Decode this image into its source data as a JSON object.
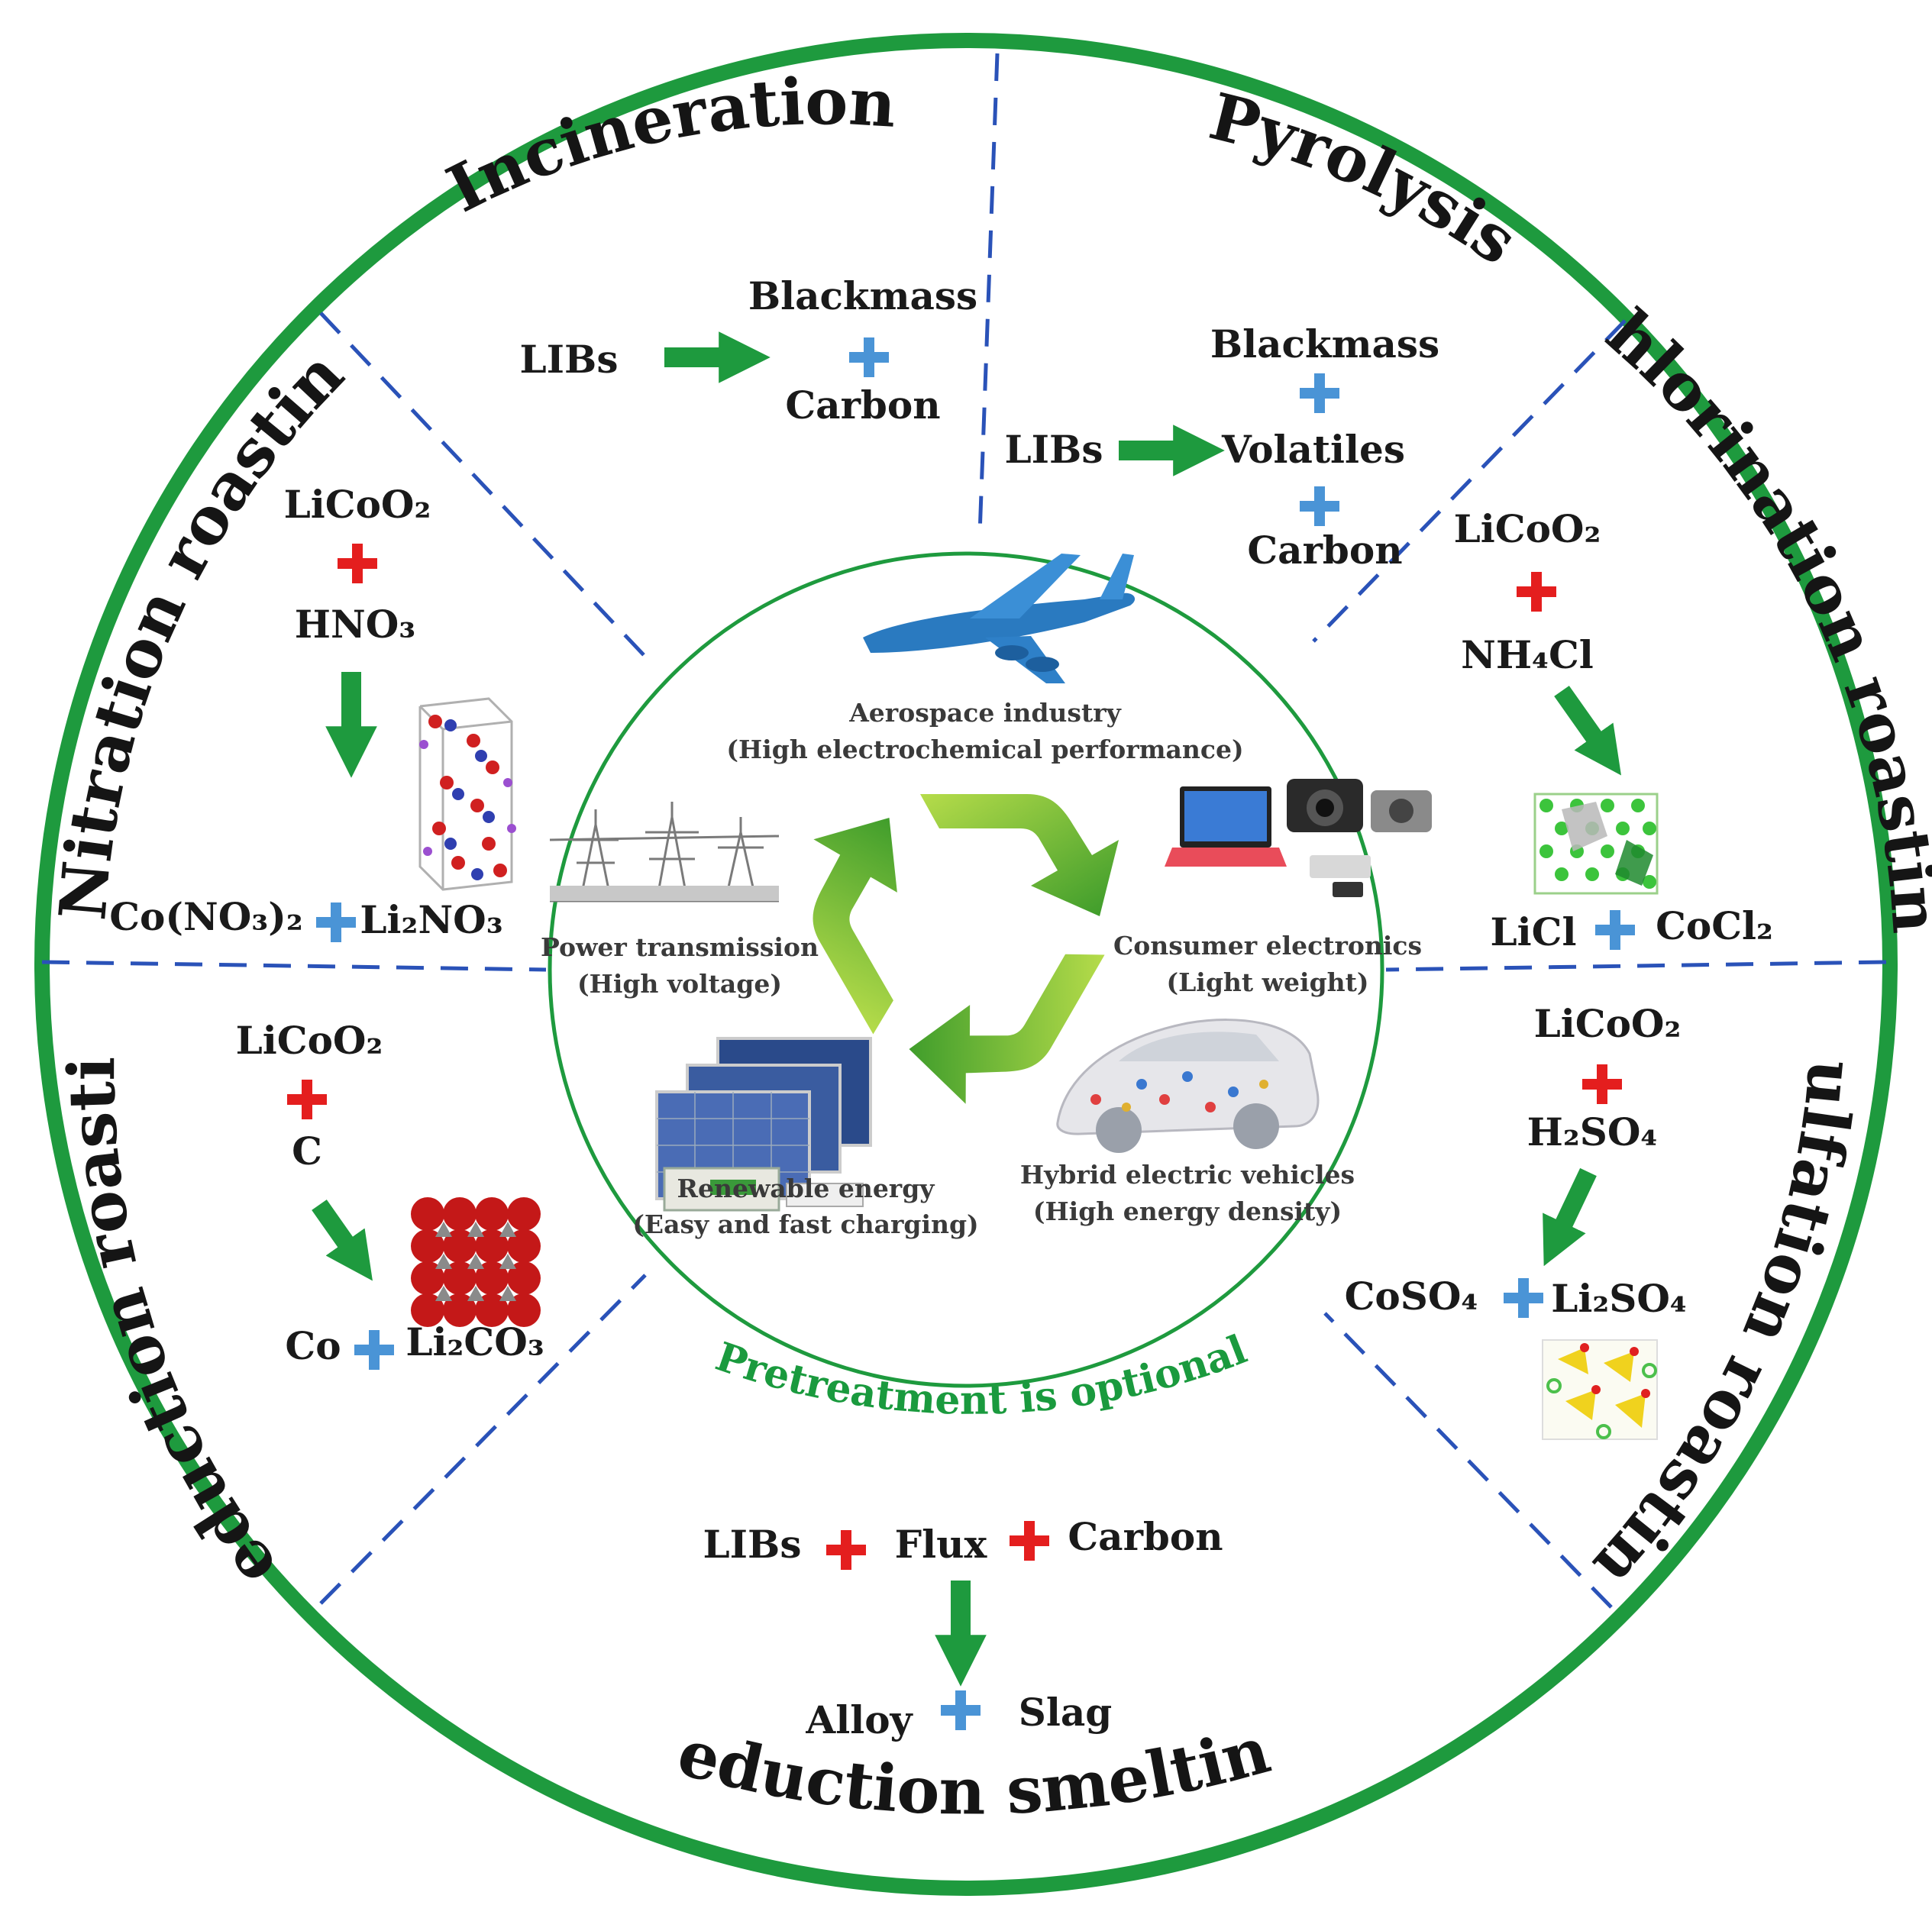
{
  "colors": {
    "ring_green": "#1e9a3e",
    "arrow_green": "#1e9a3e",
    "divider_blue": "#2a52b8",
    "plus_blue": "#4a94d6",
    "plus_red": "#e41e1e",
    "text_optional_green": "#1a9a3e"
  },
  "sections": {
    "incineration": {
      "title": "Incineration",
      "input": "LIBs",
      "outputs": [
        "Blackmass",
        "Carbon"
      ]
    },
    "pyrolysis": {
      "title": "Pyrolysis",
      "input": "LIBs",
      "outputs": [
        "Blackmass",
        "Volatiles",
        "Carbon"
      ]
    },
    "chlorination": {
      "title": "Chlorination roasting",
      "reactants": [
        "LiCoO₂",
        "NH₄Cl"
      ],
      "products": [
        "LiCl",
        "CoCl₂"
      ]
    },
    "sulfation": {
      "title": "Sulfation roasting",
      "reactants": [
        "LiCoO₂",
        "H₂SO₄"
      ],
      "products": [
        "CoSO₄",
        "Li₂SO₄"
      ]
    },
    "smelting": {
      "title": "Reduction smelting",
      "note": "Pretreatment is optional",
      "reactants": [
        "LIBs",
        "Flux",
        "Carbon"
      ],
      "products": [
        "Alloy",
        "Slag"
      ]
    },
    "reduction": {
      "title": "Reduction roasting",
      "reactants": [
        "LiCoO₂",
        "C"
      ],
      "products": [
        "Co",
        "Li₂CO₃"
      ]
    },
    "nitration": {
      "title": "Nitration roasting",
      "reactants": [
        "LiCoO₂",
        "HNO₃"
      ],
      "products": [
        "Co(NO₃)₂",
        "Li₂NO₃"
      ]
    }
  },
  "center": {
    "aerospace": {
      "label": "Aerospace industry",
      "sub": "(High electrochemical performance)",
      "icon": "airplane-icon"
    },
    "power": {
      "label": "Power transmission",
      "sub": "(High voltage)",
      "icon": "power-tower-icon"
    },
    "consumer": {
      "label": "Consumer electronics",
      "sub": "(Light weight)",
      "icon": "electronics-icon"
    },
    "renewable": {
      "label": "Renewable energy",
      "sub": "(Easy and fast charging)",
      "icon": "solar-panel-icon"
    },
    "vehicles": {
      "label": "Hybrid electric vehicles",
      "sub": "(High energy density)",
      "icon": "car-icon"
    },
    "recycle_icon": "recycle-icon"
  }
}
